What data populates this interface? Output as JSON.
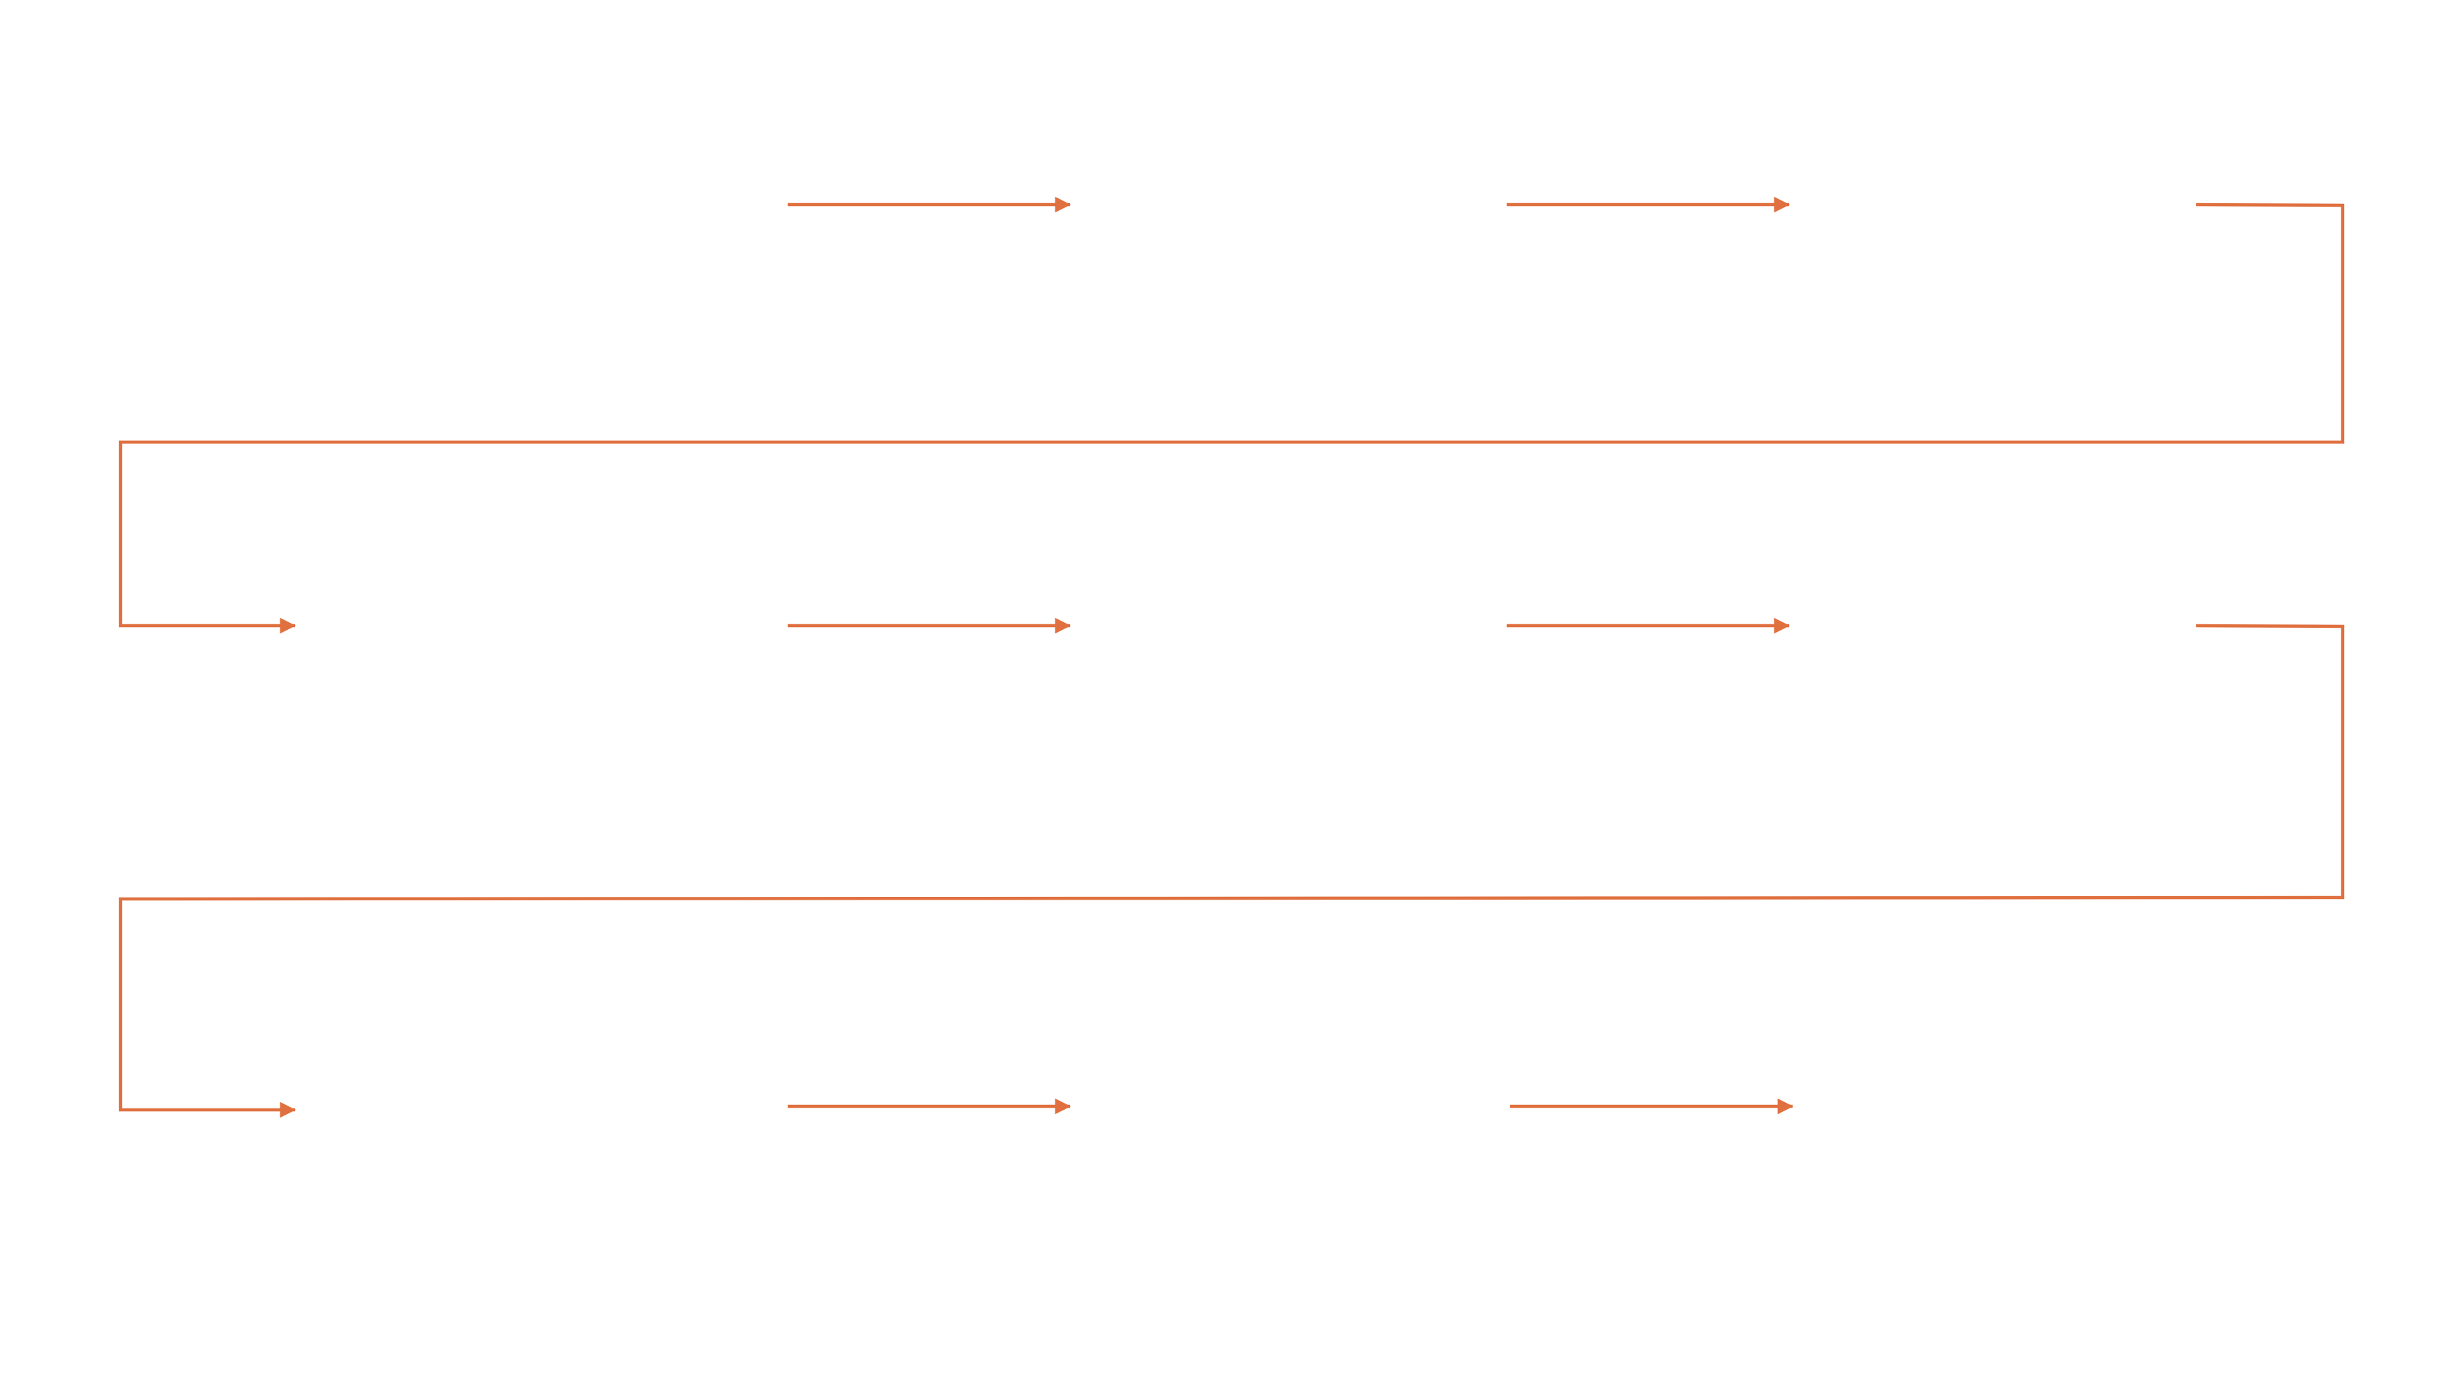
{
  "diagram": {
    "type": "snake-flow-connectors",
    "stroke_color": "#E0703F",
    "background_color": "#FFFFFF",
    "rows": 3,
    "connectors": [
      {
        "name": "arrow-row1-segment1",
        "kind": "straight-arrow",
        "row": 1
      },
      {
        "name": "arrow-row1-segment2",
        "kind": "straight-arrow",
        "row": 1
      },
      {
        "name": "connector-row1-to-row2",
        "kind": "elbow-return-arrow",
        "from_row": 1,
        "to_row": 2
      },
      {
        "name": "arrow-row2-segment1",
        "kind": "straight-arrow",
        "row": 2
      },
      {
        "name": "arrow-row2-segment2",
        "kind": "straight-arrow",
        "row": 2
      },
      {
        "name": "connector-row2-to-row3",
        "kind": "elbow-return-arrow",
        "from_row": 2,
        "to_row": 3
      },
      {
        "name": "arrow-row3-segment1",
        "kind": "straight-arrow",
        "row": 3
      },
      {
        "name": "arrow-row3-segment2",
        "kind": "straight-arrow",
        "row": 3
      }
    ]
  }
}
